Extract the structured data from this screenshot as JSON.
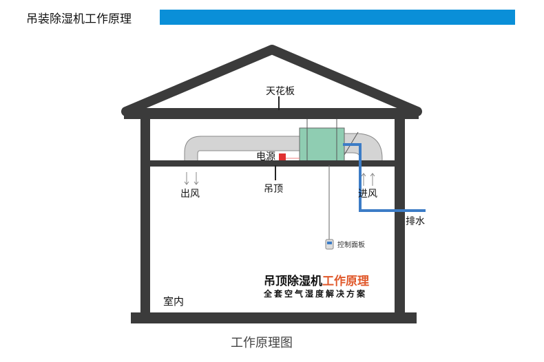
{
  "header": {
    "title": "吊装除湿机工作原理"
  },
  "labels": {
    "ceiling": "天花板",
    "power": "电源",
    "suspended_ceiling": "吊顶",
    "outlet": "出风",
    "inlet": "进风",
    "drain": "排水",
    "control_panel": "控制面板",
    "indoor": "室内"
  },
  "headline": {
    "part1": "吊顶除湿机",
    "part2": "工作原理",
    "subtitle": "全套空气湿度解决方案"
  },
  "caption": "工作原理图",
  "colors": {
    "accent_bar": "#0a8fd8",
    "structure": "#3b3b3b",
    "unit": "#8fcdb2",
    "drain_pipe": "#3c7cc6",
    "power": "#e03030",
    "headline_accent": "#e0582a"
  }
}
